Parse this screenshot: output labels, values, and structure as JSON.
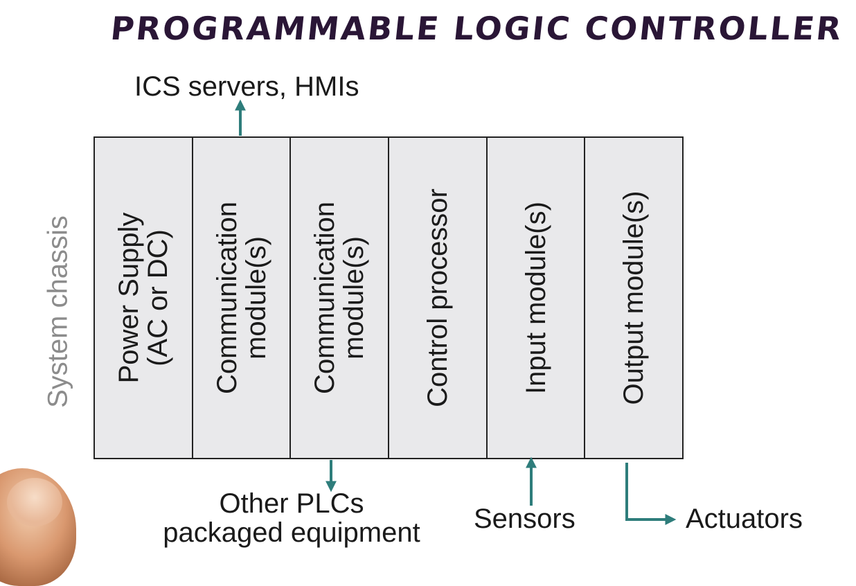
{
  "title": "PROGRAMMABLE LOGIC CONTROLLER",
  "chassis_label": "System chassis",
  "modules": [
    {
      "line1": "Power Supply",
      "line2": "(AC or DC)"
    },
    {
      "line1": "Communication",
      "line2": "module(s)"
    },
    {
      "line1": "Communication",
      "line2": "module(s)"
    },
    {
      "line1": "Control processor",
      "line2": ""
    },
    {
      "line1": "Input module(s)",
      "line2": ""
    },
    {
      "line1": "Output module(s)",
      "line2": ""
    }
  ],
  "labels": {
    "ics": "ICS servers, HMIs",
    "other_plcs_line1": "Other PLCs",
    "other_plcs_line2": "packaged equipment",
    "sensors": "Sensors",
    "actuators": "Actuators"
  },
  "colors": {
    "arrow": "#2e7d7b",
    "title": "#2a1636",
    "module_fill": "#e9e9eb",
    "chassis_label": "#8c8c8c"
  }
}
